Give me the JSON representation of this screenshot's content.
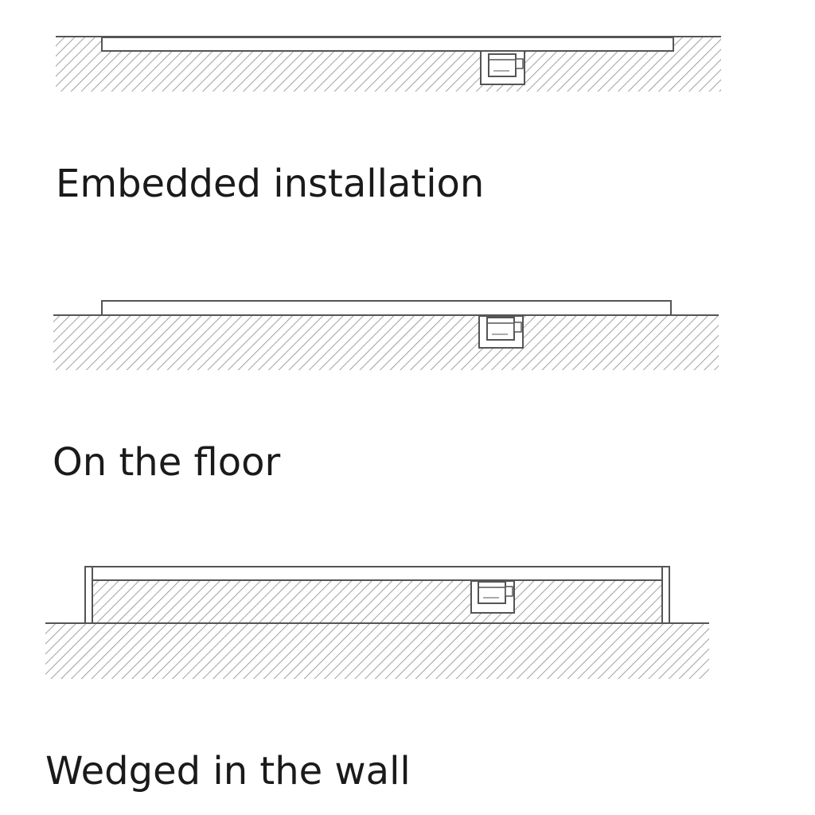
{
  "captions": {
    "embedded": "Embedded installation",
    "on_floor": "On the floor",
    "wedged": "Wedged in the wall"
  },
  "colors": {
    "line": "#555555",
    "hatch": "#8a8a8a",
    "text": "#1a1a1a",
    "panel_fill": "#ffffff"
  }
}
